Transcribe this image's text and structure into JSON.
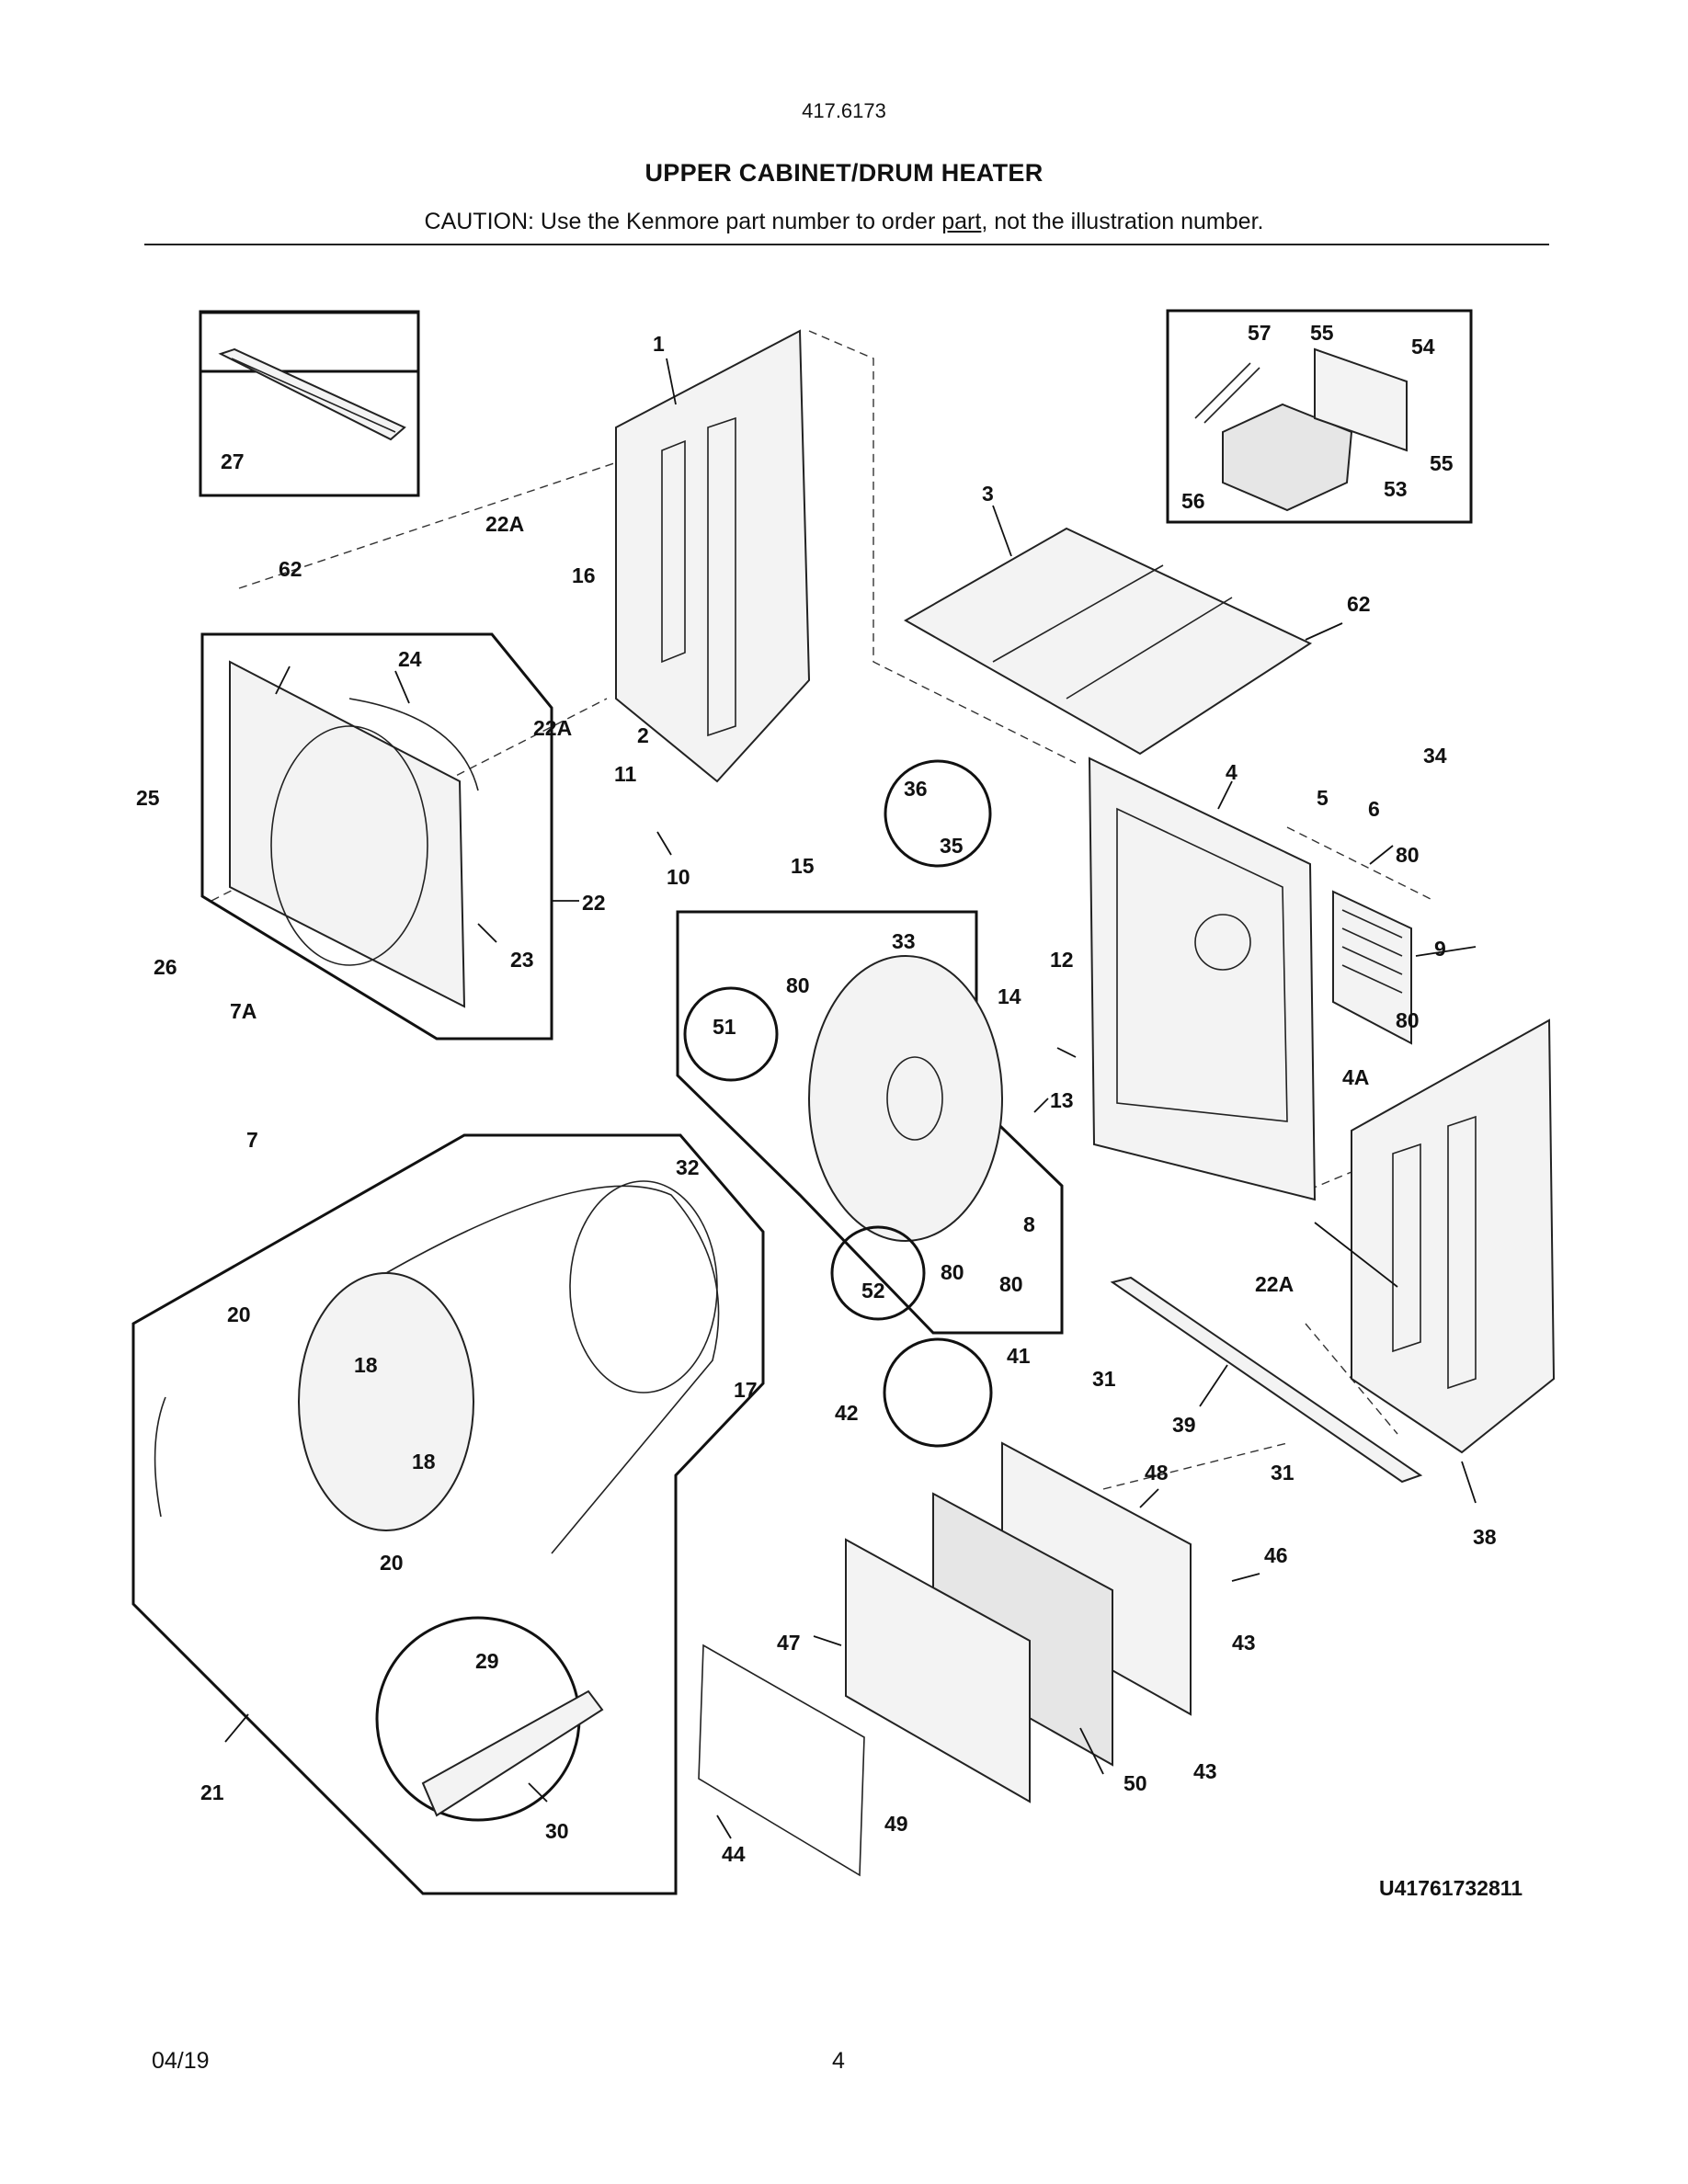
{
  "header": {
    "model_number": "417.6173",
    "title": "UPPER CABINET/DRUM HEATER",
    "caution_prefix": "CAUTION: Use the Kenmore part number to order ",
    "caution_link": "part",
    "caution_suffix": ", not the illustration number."
  },
  "diagram": {
    "code": "U41761732811",
    "callouts": {
      "c1": "1",
      "c2": "2",
      "c3": "3",
      "c4": "4",
      "c4a": "4A",
      "c5": "5",
      "c6": "6",
      "c7": "7",
      "c7a": "7A",
      "c8": "8",
      "c9": "9",
      "c10": "10",
      "c11": "11",
      "c12": "12",
      "c13": "13",
      "c14": "14",
      "c15": "15",
      "c16": "16",
      "c17": "17",
      "c18a": "18",
      "c18b": "18",
      "c20a": "20",
      "c20b": "20",
      "c21": "21",
      "c22": "22",
      "c22a1": "22A",
      "c22a2": "22A",
      "c22a3": "22A",
      "c23": "23",
      "c24": "24",
      "c25": "25",
      "c26": "26",
      "c27": "27",
      "c29": "29",
      "c30": "30",
      "c31a": "31",
      "c31b": "31",
      "c32": "32",
      "c33": "33",
      "c34": "34",
      "c35": "35",
      "c36": "36",
      "c38": "38",
      "c39": "39",
      "c41": "41",
      "c42": "42",
      "c43a": "43",
      "c43b": "43",
      "c44": "44",
      "c46": "46",
      "c47": "47",
      "c48": "48",
      "c49": "49",
      "c50": "50",
      "c51": "51",
      "c52": "52",
      "c53": "53",
      "c54": "54",
      "c55a": "55",
      "c55b": "55",
      "c56": "56",
      "c57": "57",
      "c62a": "62",
      "c62b": "62",
      "c80a": "80",
      "c80b": "80",
      "c80c": "80",
      "c80d": "80",
      "c80e": "80"
    }
  },
  "footer": {
    "date": "04/19",
    "page": "4"
  }
}
